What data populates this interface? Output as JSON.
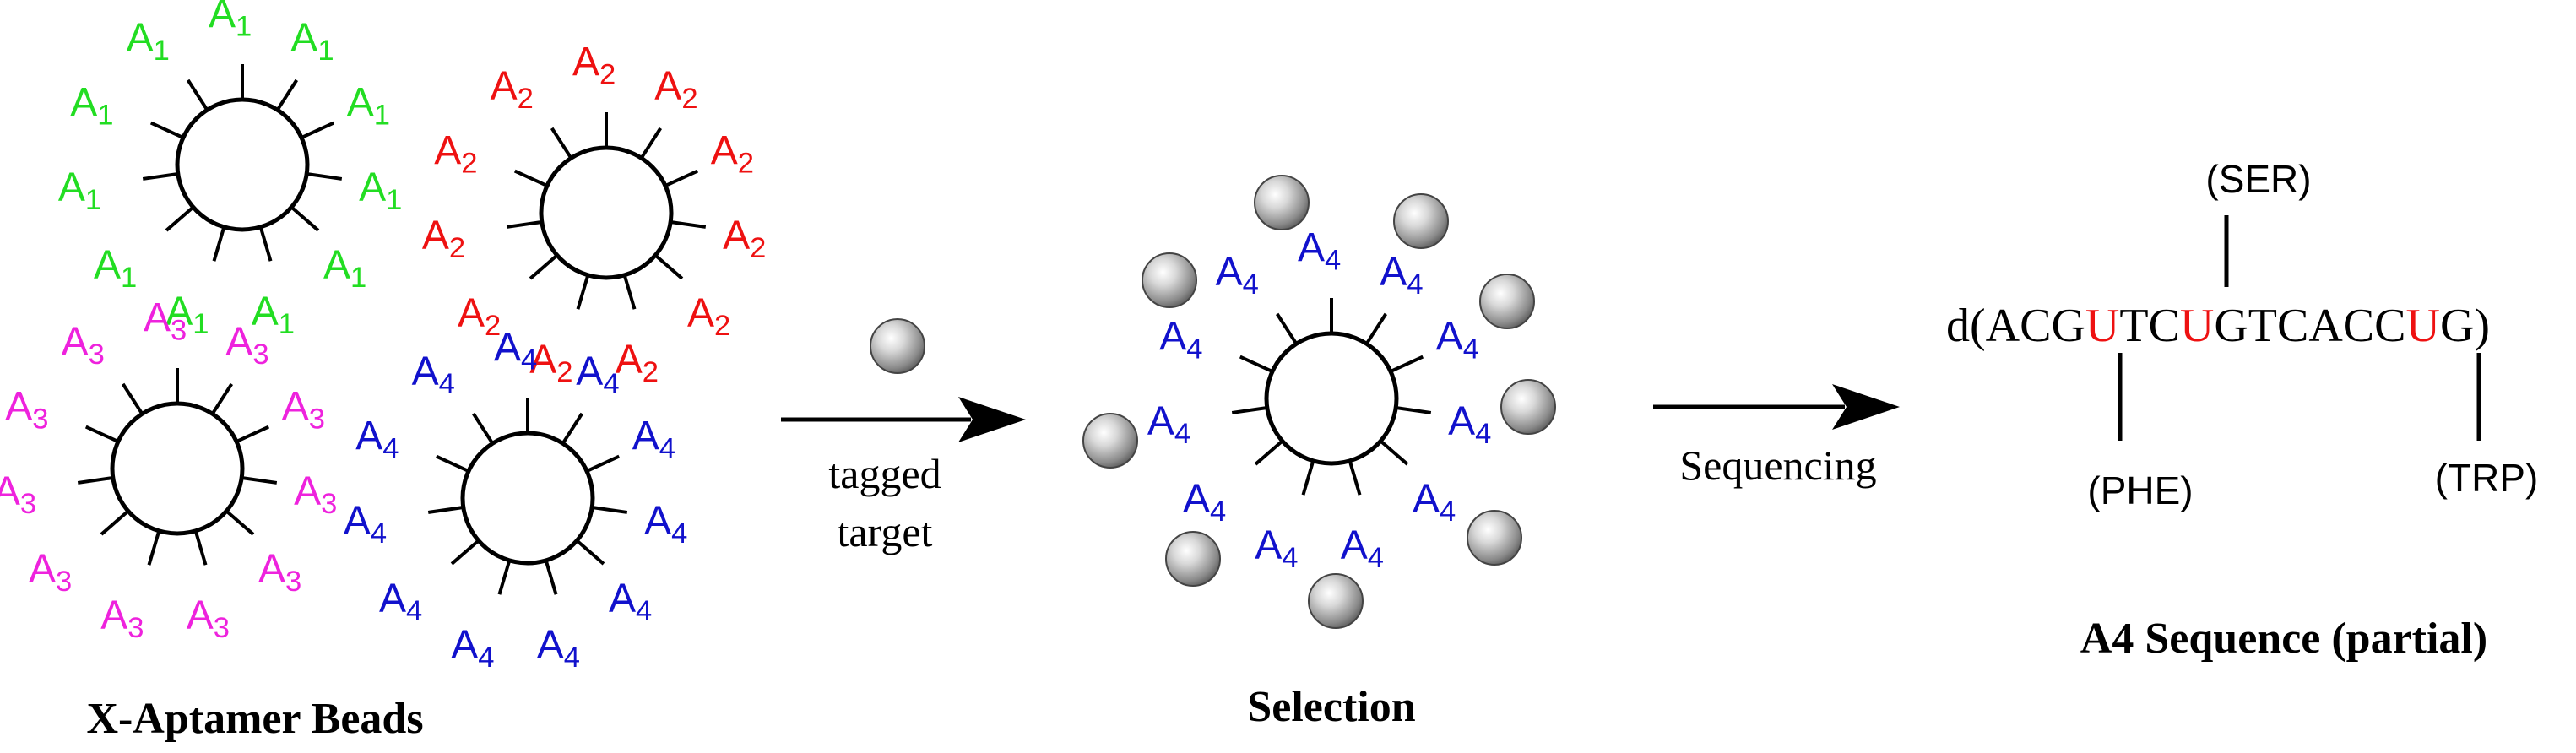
{
  "colors": {
    "A1": "#22dd22",
    "A2": "#ee1111",
    "A3": "#ee22dd",
    "A4": "#1111cc",
    "ink": "#000000",
    "uracil": "#ee1111"
  },
  "beads": {
    "A1": {
      "base": "A",
      "sub": "1"
    },
    "A2": {
      "base": "A",
      "sub": "2"
    },
    "A3": {
      "base": "A",
      "sub": "3"
    },
    "A4": {
      "base": "A",
      "sub": "4"
    }
  },
  "captions": {
    "beads": "X-Aptamer Beads",
    "selection": "Selection",
    "sequence": "A4 Sequence (partial)"
  },
  "arrows": {
    "first_label_line1": "tagged",
    "first_label_line2": "target",
    "second_label": "Sequencing"
  },
  "sequence": {
    "parts": [
      "d(ACG",
      "U",
      "TC",
      "U",
      "GTCACC",
      "U",
      "G)"
    ],
    "mods": {
      "ser": "(SER)",
      "phe": "(PHE)",
      "trp": "(TRP)"
    }
  }
}
